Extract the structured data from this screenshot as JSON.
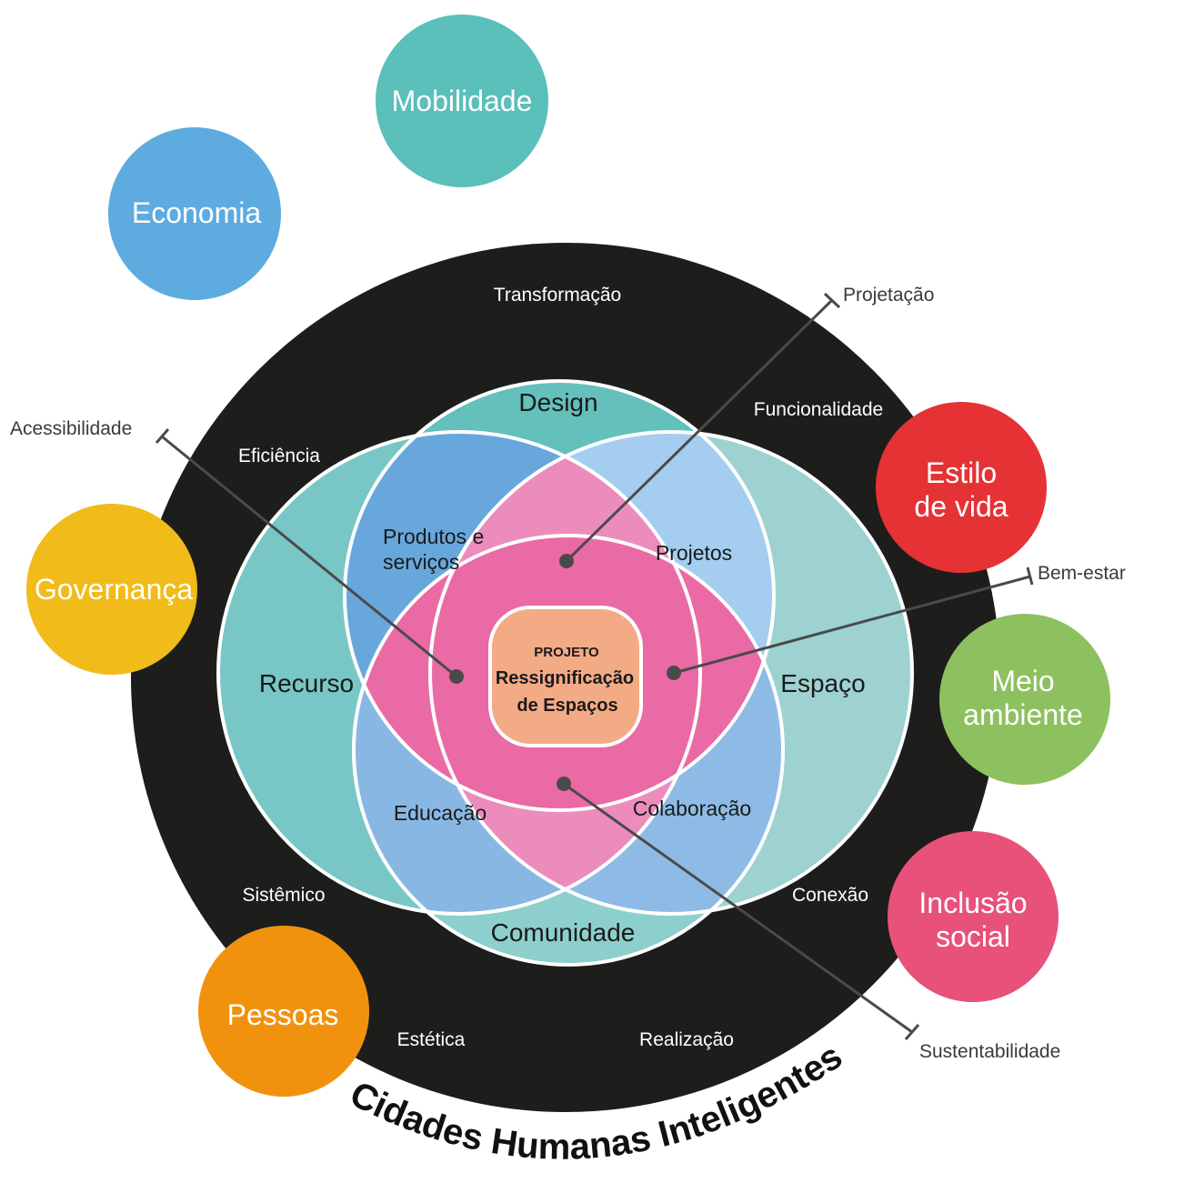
{
  "title": "Cidades Humanas Inteligentes",
  "center": {
    "line1": "PROJETO",
    "line2": "Ressignificação",
    "line3": "de Espaços"
  },
  "venn": {
    "design": "Design",
    "recurso": "Recurso",
    "espaco": "Espaço",
    "comunidade": "Comunidade"
  },
  "intersections": {
    "produtos": [
      "Produtos e",
      "serviços"
    ],
    "projetos": "Projetos",
    "educacao": "Educação",
    "colaboracao": "Colaboração"
  },
  "ring_words": {
    "transformacao": "Transformação",
    "eficiencia": "Eficiência",
    "funcionalidade": "Funcionalidade",
    "sistemico": "Sistêmico",
    "conexao": "Conexão",
    "estetica": "Estética",
    "realizacao": "Realização"
  },
  "callouts": {
    "projetacao": "Projetação",
    "acessibilidade": "Acessibilidade",
    "bem_estar": "Bem-estar",
    "sustentabilidade": "Sustentabilidade"
  },
  "bubbles": {
    "mobilidade": {
      "label": [
        "Mobilidade"
      ],
      "color": "#5bbfba"
    },
    "economia": {
      "label": [
        "Economia"
      ],
      "color": "#5dabdf"
    },
    "governanca": {
      "label": [
        "Governança"
      ],
      "color": "#f1bb19"
    },
    "pessoas": {
      "label": [
        "Pessoas"
      ],
      "color": "#f1920f"
    },
    "estilo": {
      "label": [
        "Estilo",
        "de vida"
      ],
      "color": "#e53235"
    },
    "meio": {
      "label": [
        "Meio",
        "ambiente"
      ],
      "color": "#8dc15f"
    },
    "inclusao": {
      "label": [
        "Inclusão",
        "social"
      ],
      "color": "#e8517a"
    }
  },
  "colors": {
    "ring": "#1d1d1b",
    "design": "#63c0bb",
    "recurso": "#79c6c6",
    "espaco": "#9dd2d1",
    "comunidade": "#8ccfcc",
    "produtos": "#67a7dc",
    "projetos": "#a4cdf0",
    "educacao": "#88b7e4",
    "colaboracao": "#8dbbe6",
    "lens_top": "#ea6aa5",
    "lens_left": "#ec8cbd",
    "lens_right": "#f1a8cc",
    "lens_bottom": "#ef92c0",
    "center": "#f3ab86"
  }
}
